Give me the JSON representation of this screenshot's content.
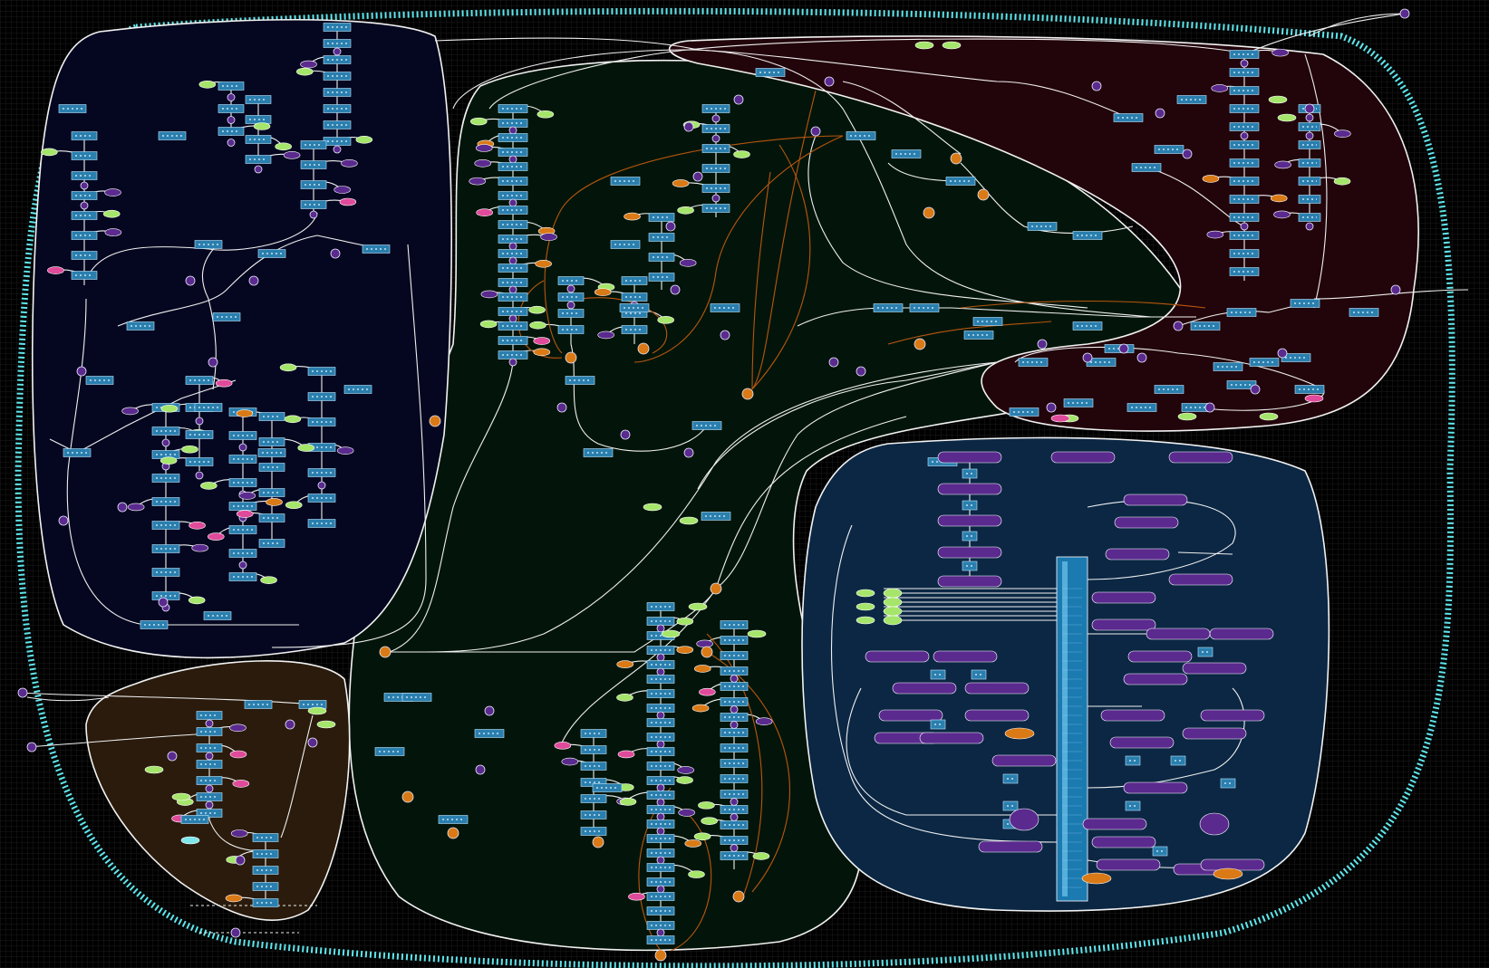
{
  "diagram": {
    "kind": "pathway-map",
    "text_legible": false,
    "colors": {
      "background": "#000000",
      "grid": "#1c1c1c",
      "outer_border": "#5fe6ec",
      "compartment_outline": "#f2f2f2",
      "edge": "#f0f0f0",
      "regulatory_edge": "#b8560f",
      "reaction_box": "#2a7fae",
      "enzyme_oval": "#5a2a8e",
      "metabolite_green": "#a5e56b",
      "metabolite_orange": "#d97a17",
      "metabolite_pink": "#e04a9a",
      "metabolite_cyan": "#7fe6ec",
      "membrane_bar": "#1b7ab0"
    },
    "compartments": [
      {
        "id": "upper-left",
        "fill": "#050720"
      },
      {
        "id": "central",
        "fill": "#03150a"
      },
      {
        "id": "upper-right",
        "fill": "#22040b"
      },
      {
        "id": "lower-right",
        "fill": "#0b2744"
      },
      {
        "id": "lower-left",
        "fill": "#2a1b0c"
      }
    ]
  }
}
